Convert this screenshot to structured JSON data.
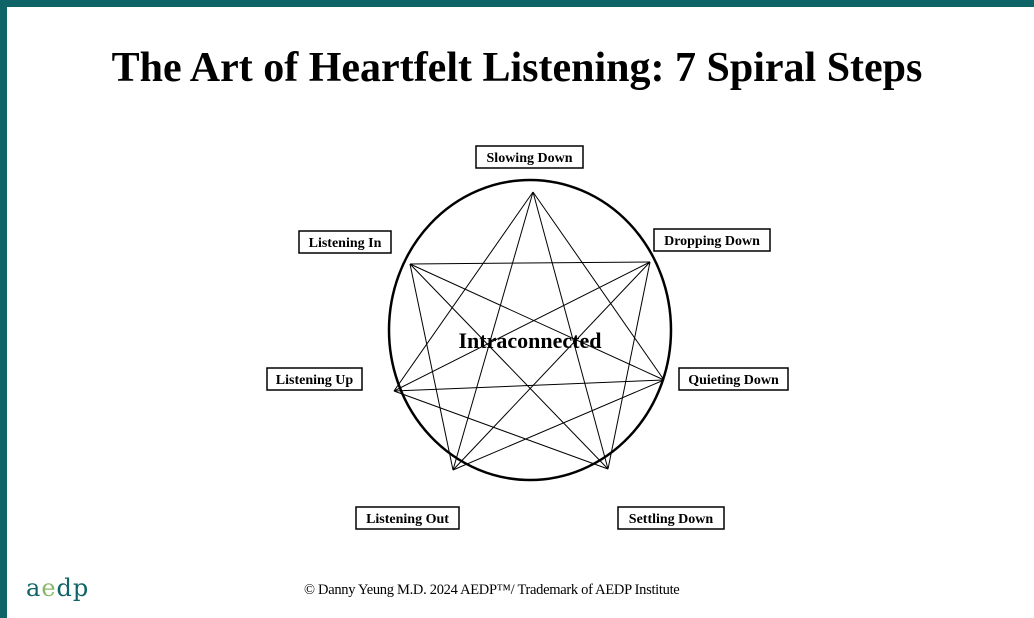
{
  "title": "The Art of Heartfelt Listening: 7 Spiral Steps",
  "center_label": "Intraconnected",
  "nodes": [
    {
      "id": "slowing-down",
      "label": "Slowing Down"
    },
    {
      "id": "dropping-down",
      "label": "Dropping Down"
    },
    {
      "id": "quieting-down",
      "label": "Quieting Down"
    },
    {
      "id": "settling-down",
      "label": "Settling Down"
    },
    {
      "id": "listening-out",
      "label": "Listening Out"
    },
    {
      "id": "listening-up",
      "label": "Listening Up"
    },
    {
      "id": "listening-in",
      "label": "Listening In"
    }
  ],
  "logo": {
    "part1": "a",
    "part2": "e",
    "part3": "dp",
    "color_main": "#0e6466",
    "color_accent": "#8ab86a"
  },
  "footer": "© Danny Yeung M.D.  2024  AEDP™/ Trademark of AEDP Institute",
  "colors": {
    "border": "#0e6466",
    "text": "#000000"
  }
}
